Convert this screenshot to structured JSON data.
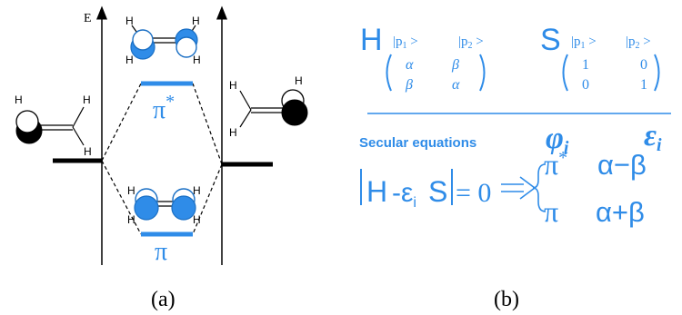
{
  "colors": {
    "accent": "#2f8ce8",
    "ink": "#000000"
  },
  "panel_a": {
    "energy_axis_label": "E",
    "atom_label": "H",
    "antibonding_label": "π",
    "antibonding_sup": "*",
    "bonding_label": "π",
    "caption": "(a)"
  },
  "panel_b": {
    "h_matrix": {
      "symbol": "H",
      "col1": "|p",
      "col1_sub": "1",
      "col1_close": " >",
      "col2": "|p",
      "col2_sub": "2",
      "col2_close": " >",
      "cells": [
        "α",
        "β",
        "β",
        "α"
      ]
    },
    "s_matrix": {
      "symbol": "S",
      "col1": "|p",
      "col1_sub": "1",
      "col1_close": " >",
      "col2": "|p",
      "col2_sub": "2",
      "col2_close": " >",
      "cells": [
        "1",
        "0",
        "0",
        "1"
      ]
    },
    "secular_title": "Secular equations",
    "phi_header": "φ",
    "phi_sub": "i",
    "eps_header": "ε",
    "eps_sub": "i",
    "det_H": "H",
    "det_minus": "-ε",
    "det_sub": "i",
    "det_S": "S",
    "det_rhs": "= 0",
    "row1_orbital": "π",
    "row1_sup": "*",
    "row1_energy": "α−β",
    "row2_orbital": "π",
    "row2_energy": "α+β",
    "caption": "(b)"
  }
}
